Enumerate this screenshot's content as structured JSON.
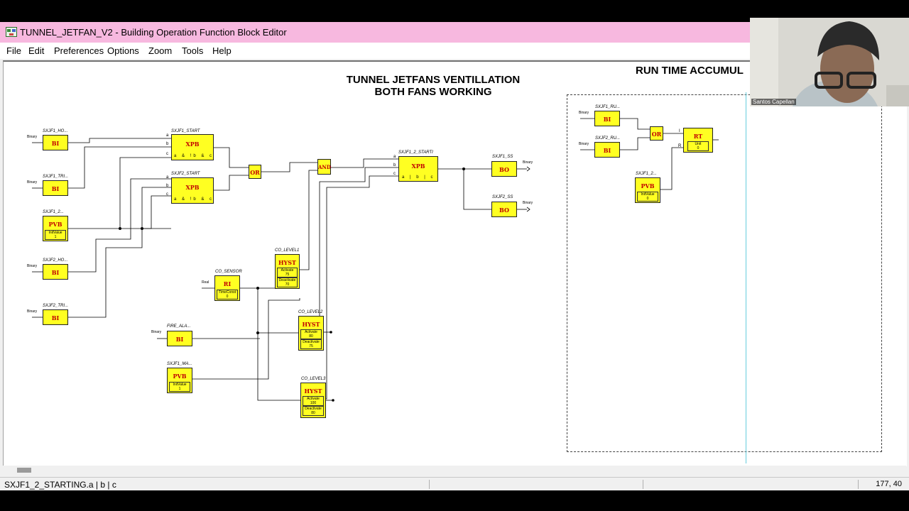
{
  "window": {
    "title": "TUNNEL_JETFAN_V2 - Building Operation Function Block Editor"
  },
  "menu": [
    "File",
    "Edit",
    "Preferences",
    "Options",
    "Zoom",
    "Tools",
    "Help"
  ],
  "page_title": {
    "line1": "TUNNEL JETFANS VENTILLATION",
    "line2": "BOTH FANS WORKING"
  },
  "runtime_title": "RUN TIME ACCUMUL",
  "blocks": {
    "sxjf1_ho": {
      "name": "SXJF1_HO...",
      "type": "BI",
      "input": "Binary"
    },
    "sxjf1_tri": {
      "name": "SXJF1_TRI...",
      "type": "BI",
      "input": "Binary"
    },
    "sxjf1_2": {
      "name": "SXJF1_2...",
      "type": "PVB",
      "field": "InitValue",
      "value": "1"
    },
    "sxjf2_ho": {
      "name": "SXJF2_HO...",
      "type": "BI",
      "input": "Binary"
    },
    "sxjf2_tri": {
      "name": "SXJF2_TRI...",
      "type": "BI",
      "input": "Binary"
    },
    "sxjf1_start": {
      "name": "SXJF1_START",
      "type": "XPB",
      "pins": "a & !b & c"
    },
    "sxjf2_start": {
      "name": "SXJF2_START",
      "type": "XPB",
      "pins": "a & !b & c"
    },
    "or1": {
      "type": "OR"
    },
    "and1": {
      "type": "AND"
    },
    "sxjf1_2_start": {
      "name": "SXJF1_2_STARTI",
      "type": "XPB",
      "pins": "a | b | c"
    },
    "sxjf1_ss": {
      "name": "SXJF1_SS",
      "type": "BO",
      "output": "Binary"
    },
    "sxjf2_ss": {
      "name": "SXJF2_SS",
      "type": "BO",
      "output": "Binary"
    },
    "co_sensor": {
      "name": "CO_SENSOR",
      "type": "RI",
      "field": "TimeConst",
      "value": "0",
      "input": "Real"
    },
    "co_level1": {
      "name": "CO_LEVEL1",
      "type": "HYST",
      "activate": "Activate",
      "activate_val": "75",
      "deactivate": "Deactivate",
      "deactivate_val": "70"
    },
    "co_level2": {
      "name": "CO_LEVEL2",
      "type": "HYST",
      "activate": "Activate",
      "activate_val": "80",
      "deactivate": "Deactivate",
      "deactivate_val": "75"
    },
    "co_level3": {
      "name": "CO_LEVEL3",
      "type": "HYST",
      "activate": "Activate",
      "activate_val": "100",
      "deactivate": "Deactivate",
      "deactivate_val": "80"
    },
    "fire_ala": {
      "name": "FIRE_ALA...",
      "type": "BI",
      "input": "Binary"
    },
    "sxjf1_ma": {
      "name": "SXJF1_MA...",
      "type": "PVB",
      "field": "InitValue",
      "value": "1"
    },
    "rt_sxjf1_ru": {
      "name": "SXJF1_RU...",
      "type": "BI",
      "input": "Binary"
    },
    "rt_sxjf2_ru": {
      "name": "SXJF2_RU...",
      "type": "BI",
      "input": "Binary"
    },
    "rt_or": {
      "type": "OR"
    },
    "rt_rt": {
      "type": "RT",
      "field": "Unit",
      "value": "0",
      "pin_i": "I",
      "pin_r": "R"
    },
    "rt_pvb": {
      "name": "SXJF1_2...",
      "type": "PVB",
      "field": "InitValue",
      "value": "0"
    }
  },
  "pins": {
    "a": "a",
    "b": "b",
    "c": "c"
  },
  "status": {
    "text": "SXJF1_2_STARTING.a | b | c",
    "coords": "177, 40"
  },
  "webcam": {
    "name": "Santos Capellan"
  }
}
